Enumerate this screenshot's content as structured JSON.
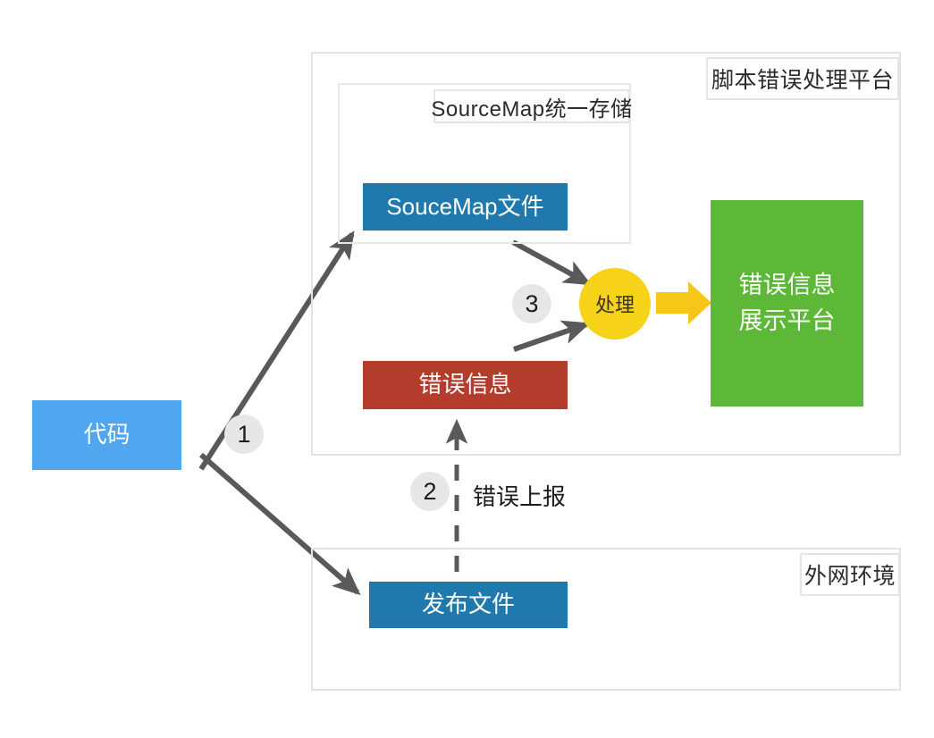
{
  "diagram": {
    "title_hidden": "",
    "panels": {
      "platform": {
        "label": "脚本错误处理平台"
      },
      "sourcemap_store": {
        "label": "SourceMap统一存储"
      },
      "external_env": {
        "label": "外网环境"
      }
    },
    "nodes": {
      "code": {
        "label": "代码",
        "color": "#50a6ef"
      },
      "sourcemap_file": {
        "label": "SouceMap文件",
        "color": "#2079ac"
      },
      "error_info": {
        "label": "错误信息",
        "color": "#b43c2c"
      },
      "publish_file": {
        "label": "发布文件",
        "color": "#2079ac"
      },
      "process": {
        "label": "处理",
        "color": "#f6d319"
      },
      "display_platform": {
        "label": "错误信息\n展示平台",
        "color": "#5cb836"
      }
    },
    "steps": [
      {
        "number": "1"
      },
      {
        "number": "2"
      },
      {
        "number": "3"
      }
    ],
    "edge_labels": {
      "error_report": "错误上报"
    },
    "colors": {
      "panel_border": "#e2e3e4",
      "badge_bg": "#e6e7e8",
      "arrow_gray": "#58595b",
      "arrow_yellow": "#f6c619"
    }
  }
}
